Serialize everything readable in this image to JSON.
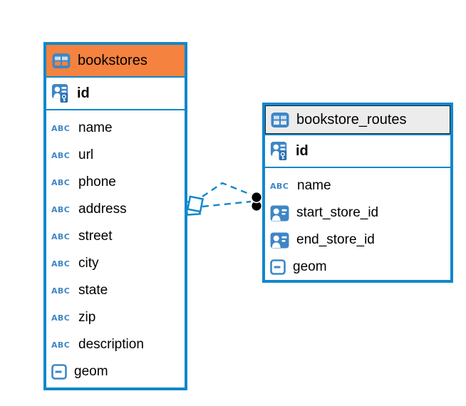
{
  "diagram": {
    "kind": "entity-relationship-diagram",
    "background": "#ffffff"
  },
  "colors": {
    "table_border_blue": "#1187CD",
    "highlighted_header_orange": "#F5823E",
    "normal_header_gray": "#ECECEC",
    "icon_steel_blue": "#3E86C6",
    "key_badge_blue": "#2B6FB4",
    "connector_dot_black": "#000000"
  },
  "icon_labels": {
    "text_type": "ABC"
  },
  "tables": [
    {
      "name": "bookstores",
      "header_style": "highlighted-orange",
      "icon": "table-icon",
      "primary_key": {
        "name": "id",
        "icon": "primary-key-person-icon"
      },
      "columns": [
        {
          "name": "name",
          "icon": "text-abc-icon"
        },
        {
          "name": "url",
          "icon": "text-abc-icon"
        },
        {
          "name": "phone",
          "icon": "text-abc-icon"
        },
        {
          "name": "address",
          "icon": "text-abc-icon"
        },
        {
          "name": "street",
          "icon": "text-abc-icon"
        },
        {
          "name": "city",
          "icon": "text-abc-icon"
        },
        {
          "name": "state",
          "icon": "text-abc-icon"
        },
        {
          "name": "zip",
          "icon": "text-abc-icon"
        },
        {
          "name": "description",
          "icon": "text-abc-icon"
        },
        {
          "name": "geom",
          "icon": "geometry-icon"
        }
      ]
    },
    {
      "name": "bookstore_routes",
      "header_style": "normal-gray",
      "icon": "table-icon",
      "primary_key": {
        "name": "id",
        "icon": "primary-key-person-icon"
      },
      "columns": [
        {
          "name": "name",
          "icon": "text-abc-icon"
        },
        {
          "name": "start_store_id",
          "icon": "reference-person-icon"
        },
        {
          "name": "end_store_id",
          "icon": "reference-person-icon"
        },
        {
          "name": "geom",
          "icon": "geometry-icon"
        }
      ]
    }
  ],
  "relationships": [
    {
      "from_table": "bookstores",
      "to_table": "bookstore_routes",
      "line_style": "dashed"
    },
    {
      "from_table": "bookstores",
      "to_table": "bookstore_routes",
      "line_style": "dashed"
    }
  ]
}
